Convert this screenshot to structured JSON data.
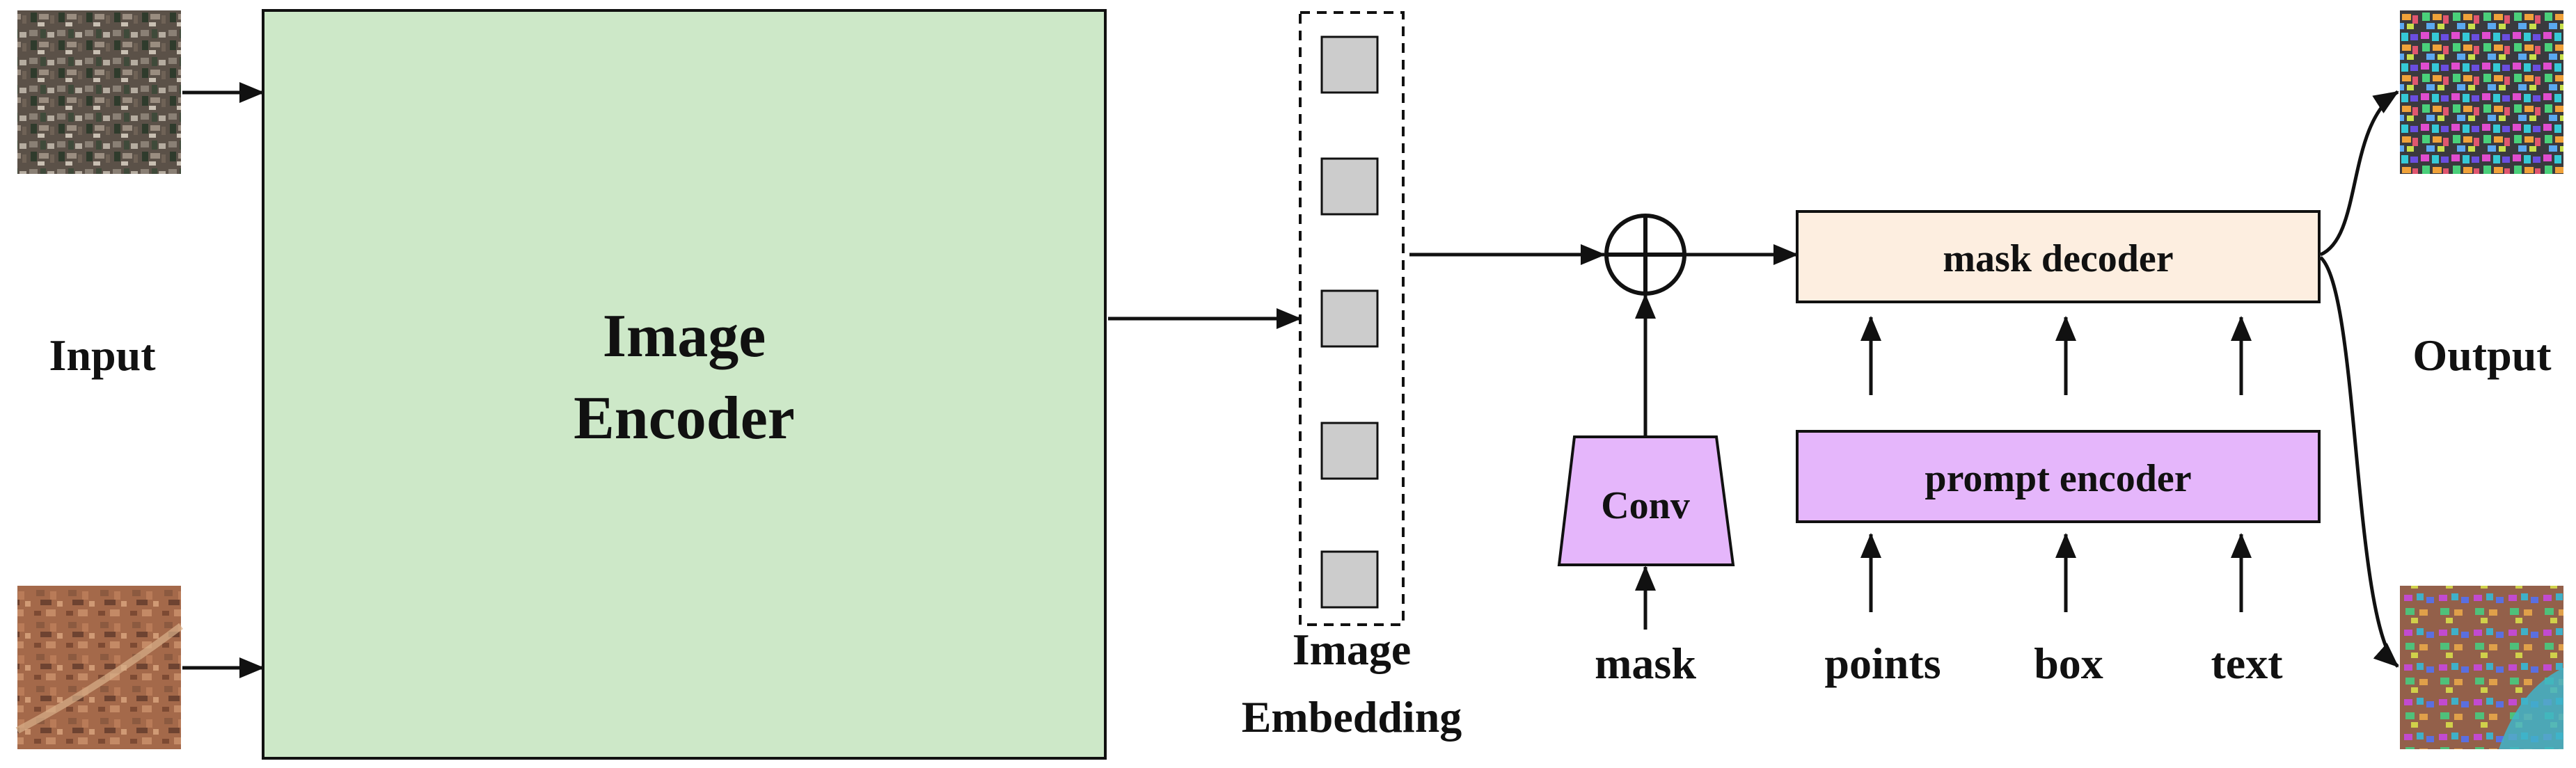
{
  "labels": {
    "input": "Input",
    "output": "Output",
    "encoder_line1": "Image",
    "encoder_line2": "Encoder",
    "embedding_line1": "Image",
    "embedding_line2": "Embedding",
    "conv": "Conv",
    "mask": "mask",
    "points": "points",
    "box": "box",
    "text": "text",
    "mask_decoder": "mask decoder",
    "prompt_encoder": "prompt encoder"
  },
  "colors": {
    "encoder_fill": "#cde8c8",
    "decoder_fill": "#fdeee0",
    "prompt_fill": "#e5b6fb",
    "conv_fill": "#e5b6fb",
    "token_fill": "#cccccc",
    "stroke": "#111111"
  },
  "icons": {
    "sum": "circle-plus-icon"
  }
}
